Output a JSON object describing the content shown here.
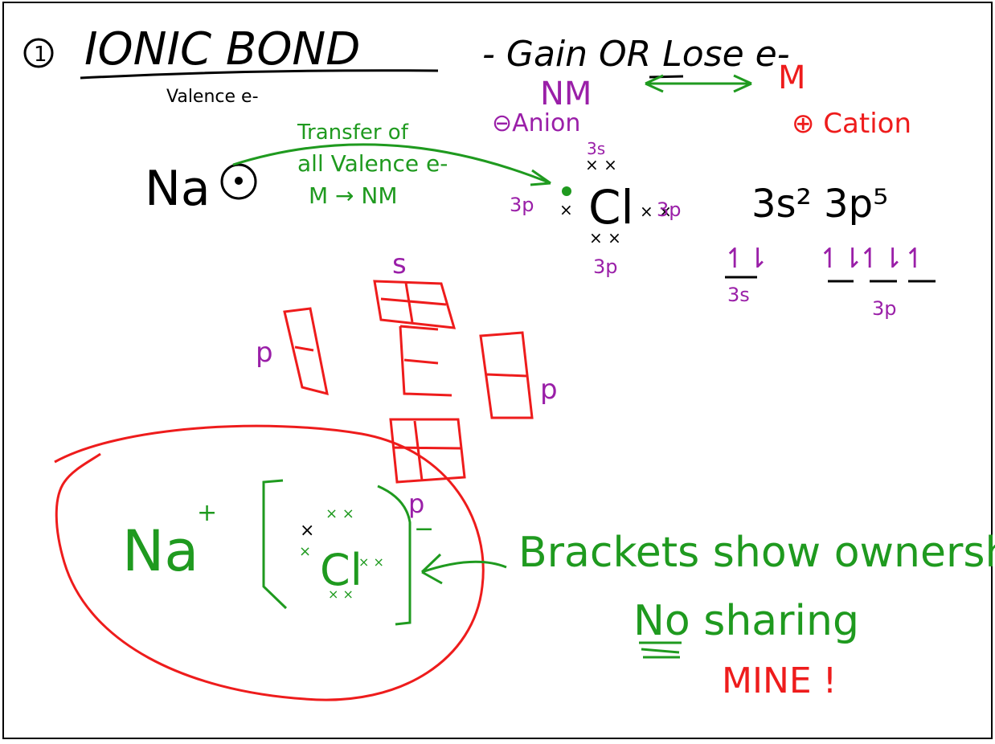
{
  "colors": {
    "black": "#000000",
    "green": "#1f9a1f",
    "purple": "#9a1fa8",
    "red": "#ee1c1c",
    "frame": "#000000"
  },
  "header": {
    "number": "1",
    "title": "IONIC BOND",
    "subtitle": "Valence e-",
    "rule": "- Gain OR Lose e-",
    "rule_or": "OR"
  },
  "labels": {
    "nm": "NM",
    "m": "M",
    "cation": "⊕ Cation",
    "anion": "⊖Anion"
  },
  "transfer": {
    "line1": "Transfer of",
    "line2": "all Valence e-",
    "line3": "M → NM"
  },
  "atoms": {
    "na": "Na",
    "cl": "Cl",
    "na_ion": "Na",
    "na_charge": "+",
    "bracket_charge": "−"
  },
  "orbitals": {
    "config": "3s² 3p⁵",
    "s_label": "3s",
    "p_label": "3p",
    "cl_3s": "3s",
    "cl_3p_left": "3p",
    "cl_3p_right": "3p",
    "cl_3p_bottom": "3p",
    "s_top": "s",
    "p_left": "p",
    "p_right": "p",
    "p_bottom": "p"
  },
  "notes": {
    "brackets": "Brackets show ownership",
    "no_sharing": "No sharing",
    "mine": "MINE !"
  }
}
